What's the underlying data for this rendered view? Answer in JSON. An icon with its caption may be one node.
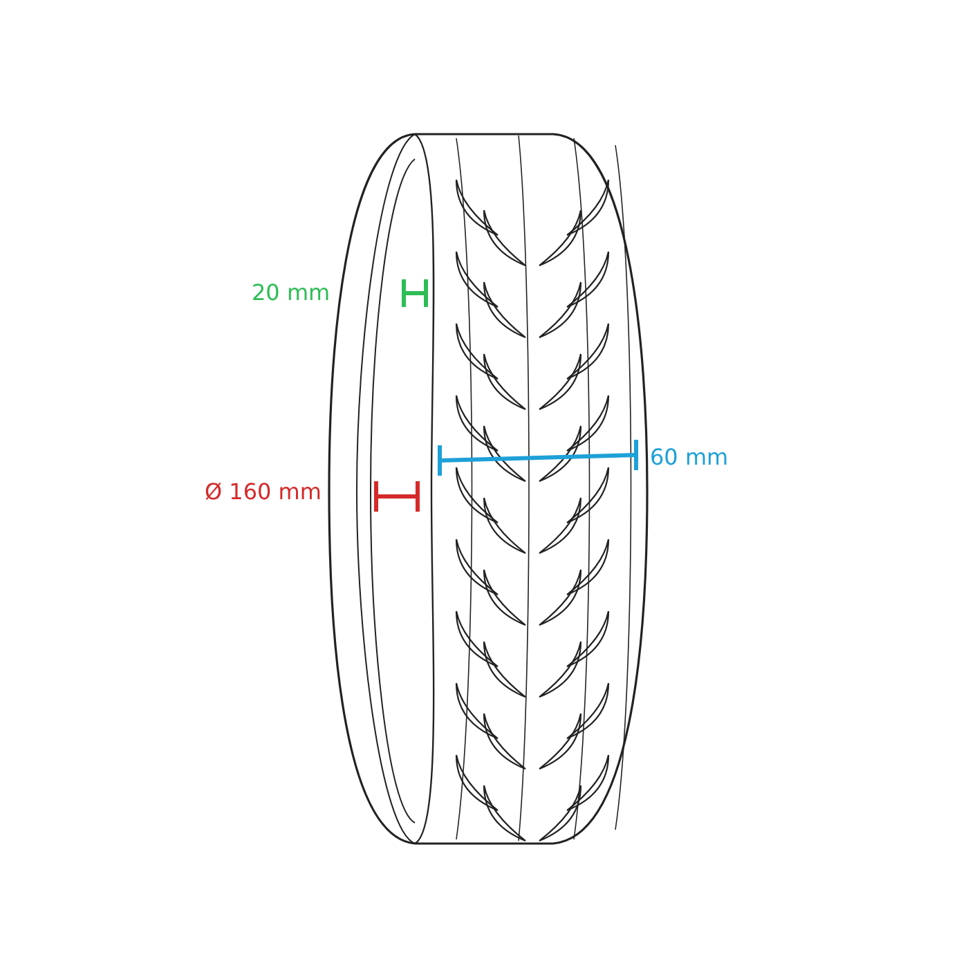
{
  "diagram": {
    "labels": [
      "20 mm",
      "60 mm",
      "Ø 160 mm"
    ]
  }
}
